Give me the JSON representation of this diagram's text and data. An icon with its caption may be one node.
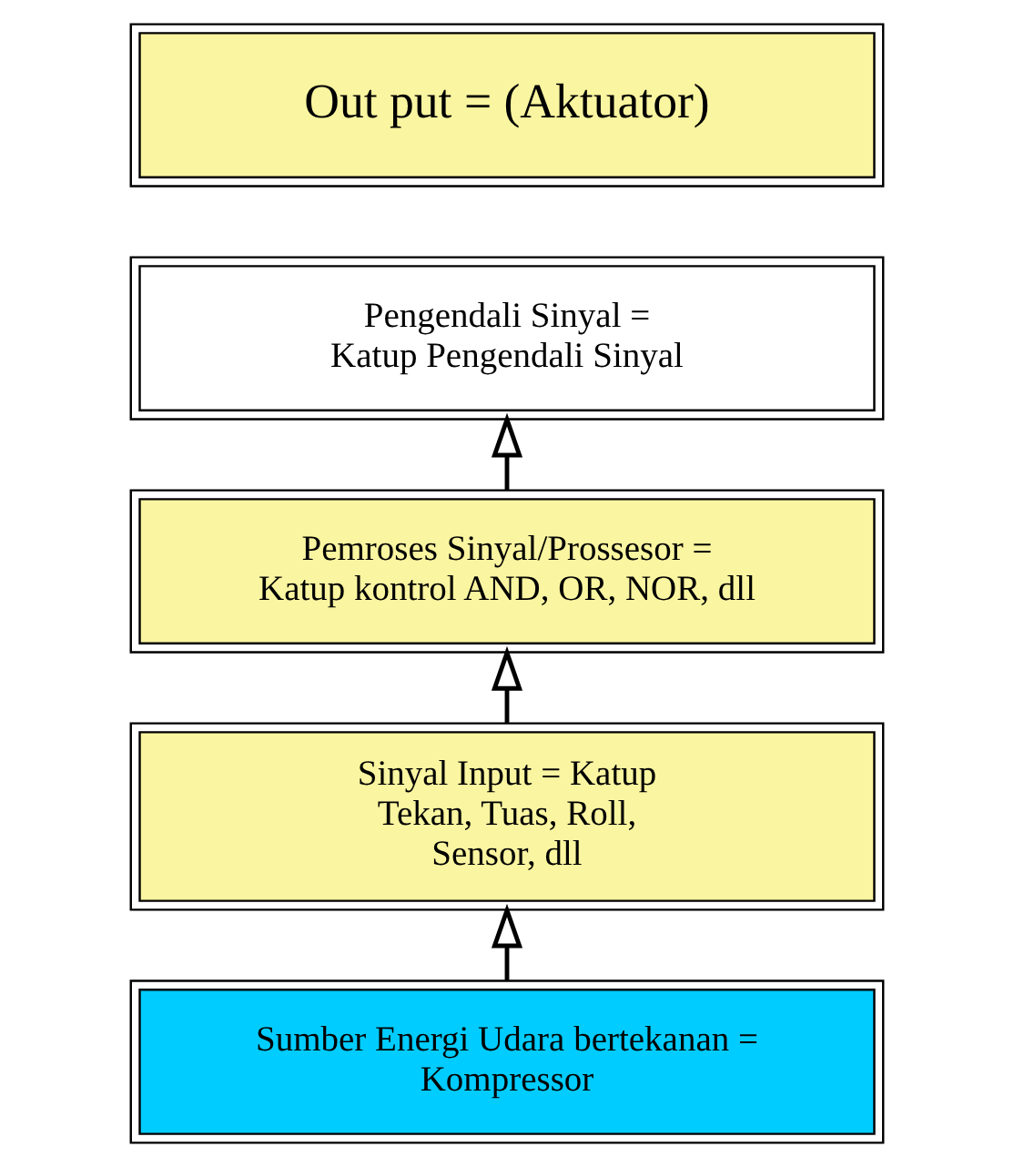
{
  "diagram": {
    "nodes": [
      {
        "text": [
          "Out put = (Aktuator)"
        ]
      },
      {
        "text": [
          "Pengendali Sinyal = Katup Pengendali Sinyal"
        ]
      },
      {
        "text": [
          "Pemroses Sinyal/Prossesor = Katup kontrol AND, OR, NOR, dll"
        ]
      },
      {
        "text": [
          "Sinyal Input = Katup Tekan, Tuas, Roll, Sensor, dll"
        ]
      },
      {
        "text": [
          "Sumber Energi Udara bertekanan = Kompressor"
        ]
      }
    ],
    "edges": [
      {
        "from": 4,
        "to": 3,
        "arrow": "to"
      },
      {
        "from": 3,
        "to": 2,
        "arrow": "to"
      },
      {
        "from": 2,
        "to": 1,
        "arrow": "to"
      }
    ]
  }
}
